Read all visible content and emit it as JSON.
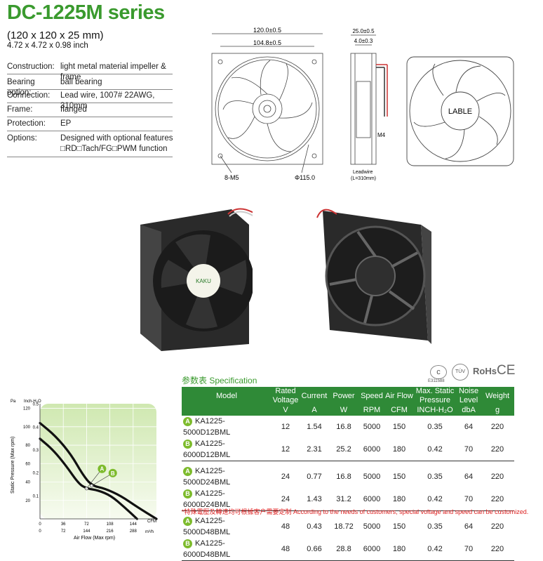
{
  "header": {
    "title": "DC-1225M series",
    "dim_mm": "(120 x 120 x 25 mm)",
    "dim_in": "4.72 x 4.72 x 0.98 inch"
  },
  "specs": [
    {
      "key": "Construction:",
      "value": "light metal material impeller & frame"
    },
    {
      "key": "Bearing option:",
      "value": "ball bearing"
    },
    {
      "key": "Connection:",
      "value": "Lead wire, 1007# 22AWG, 310mm"
    },
    {
      "key": "Frame:",
      "value": "flanged"
    },
    {
      "key": "Protection:",
      "value": "EP"
    },
    {
      "key": "Options:",
      "value": "Designed with optional features",
      "value2": "□RD□Tach/FG□PWM function"
    }
  ],
  "drawing": {
    "dim_outer": "120.0±0.5",
    "dim_inner": "104.8±0.5",
    "dim_depth": "25.0±0.5",
    "dim_flange": "4.0±0.3",
    "hole_label": "8-M5",
    "diameter_label": "Φ115.0",
    "screw_label": "M4",
    "leadwire_label": "Leadwire",
    "leadwire_len": "(L=310mm)",
    "back_label": "LABLE",
    "fan_label": "KAKU"
  },
  "certs": {
    "ul": "c",
    "ul_no": "E311588",
    "tuv": "TÜV",
    "rohs": "RoHs",
    "ce": "CE"
  },
  "chart_data": {
    "type": "line",
    "y_left_title": "Pa",
    "y_right_title": "Inch-H₂O",
    "y_axis_label": "Static Pressure (Max rpm)",
    "x_axis_label": "Air Flow (Max rpm)",
    "x_unit_cfm": "CFM",
    "x_unit_m3h": "m³/h",
    "x_ticks_cfm": [
      "0",
      "36",
      "72",
      "108",
      "144"
    ],
    "x_ticks_m3h": [
      "0",
      "72",
      "144",
      "216",
      "288"
    ],
    "y_ticks_pa": [
      "20",
      "40",
      "60",
      "80",
      "100",
      "120"
    ],
    "y_ticks_inch": [
      "0.1",
      "0.2",
      "0.3",
      "0.4",
      "0.5"
    ],
    "xlim": [
      0,
      180
    ],
    "ylim": [
      0,
      125
    ],
    "series": [
      {
        "name": "A",
        "x": [
          0,
          20,
          40,
          60,
          72,
          90,
          110,
          130,
          150
        ],
        "y": [
          87,
          75,
          58,
          38,
          33,
          31,
          25,
          13,
          0
        ]
      },
      {
        "name": "B",
        "x": [
          0,
          24,
          48,
          66,
          80,
          100,
          125,
          150,
          180
        ],
        "y": [
          104,
          90,
          70,
          48,
          36,
          33,
          25,
          13,
          0
        ]
      }
    ]
  },
  "spec_table": {
    "heading": "参数表 Specification",
    "headers": [
      {
        "l1": "Model",
        "l2": ""
      },
      {
        "l1": "Rated Voltage",
        "l2": "V"
      },
      {
        "l1": "Current",
        "l2": "A"
      },
      {
        "l1": "Power",
        "l2": "W"
      },
      {
        "l1": "Speed",
        "l2": "RPM"
      },
      {
        "l1": "Air Flow",
        "l2": "CFM"
      },
      {
        "l1": "Max. Static Pressure",
        "l2": "INCH-H₂O"
      },
      {
        "l1": "Noise Level",
        "l2": "dbA"
      },
      {
        "l1": "Weight",
        "l2": "g"
      }
    ],
    "groups": [
      [
        {
          "badge": "A",
          "model": "KA1225-5000D12BML",
          "v": "12",
          "a": "1.54",
          "w": "16.8",
          "rpm": "5000",
          "cfm": "150",
          "p": "0.35",
          "dba": "64",
          "g": "220"
        },
        {
          "badge": "B",
          "model": "KA1225-6000D12BML",
          "v": "12",
          "a": "2.31",
          "w": "25.2",
          "rpm": "6000",
          "cfm": "180",
          "p": "0.42",
          "dba": "70",
          "g": "220"
        }
      ],
      [
        {
          "badge": "A",
          "model": "KA1225-5000D24BML",
          "v": "24",
          "a": "0.77",
          "w": "16.8",
          "rpm": "5000",
          "cfm": "150",
          "p": "0.35",
          "dba": "64",
          "g": "220"
        },
        {
          "badge": "B",
          "model": "KA1225-6000D24BML",
          "v": "24",
          "a": "1.43",
          "w": "31.2",
          "rpm": "6000",
          "cfm": "180",
          "p": "0.42",
          "dba": "70",
          "g": "220"
        }
      ],
      [
        {
          "badge": "A",
          "model": "KA1225-5000D48BML",
          "v": "48",
          "a": "0.43",
          "w": "18.72",
          "rpm": "5000",
          "cfm": "150",
          "p": "0.35",
          "dba": "64",
          "g": "220"
        },
        {
          "badge": "B",
          "model": "KA1225-6000D48BML",
          "v": "48",
          "a": "0.66",
          "w": "28.8",
          "rpm": "6000",
          "cfm": "180",
          "p": "0.42",
          "dba": "70",
          "g": "220"
        }
      ]
    ],
    "footnote": "*特殊電壓及轉速均可根據客户需要定制 According to the needs of customers, special voltage and speed can be customized."
  }
}
